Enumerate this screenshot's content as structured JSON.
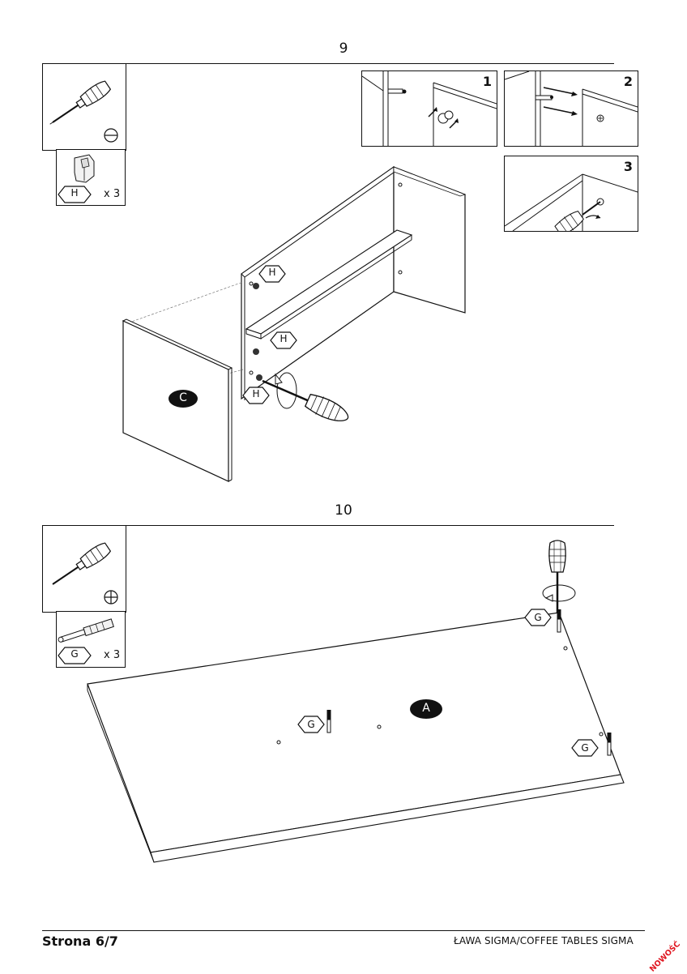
{
  "step9": {
    "number": "9",
    "hardware_label": "H",
    "hardware_qty": "x 3",
    "screwdriver_type": "flat-screwdriver-icon",
    "insets": [
      "1",
      "2",
      "3"
    ],
    "part_label": "C",
    "callouts": [
      "H",
      "H",
      "H"
    ]
  },
  "step10": {
    "number": "10",
    "hardware_label": "G",
    "hardware_qty": "x 3",
    "screwdriver_type": "phillips-screwdriver-icon",
    "part_label": "A",
    "callouts": [
      "G",
      "G",
      "G"
    ]
  },
  "footer": {
    "page": "Strona 6/7",
    "product": "ŁAWA SIGMA/COFFEE TABLES SIGMA",
    "badge": "NOWOŚĆ"
  },
  "colors": {
    "ink": "#111111",
    "badge": "#e0141e"
  }
}
